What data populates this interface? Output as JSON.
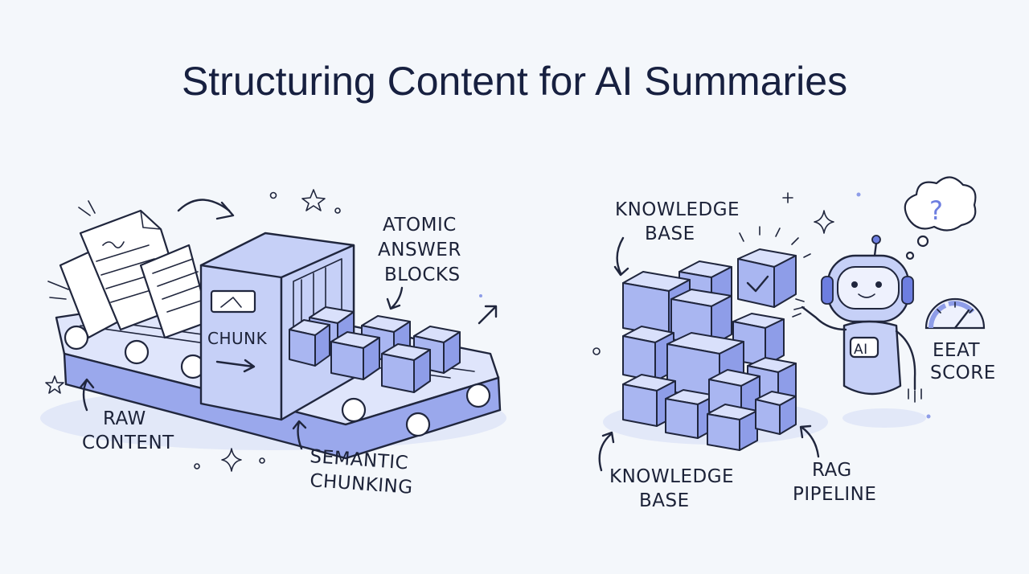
{
  "title": "Structuring Content for AI Summaries",
  "left_panel": {
    "machine_label": "CHUNK",
    "atomic_label_1": "ATOMIC",
    "atomic_label_2": "ANSWER",
    "atomic_label_3": "BLOCKS",
    "raw_label_1": "RAW",
    "raw_label_2": "CONTENT",
    "semantic_label_1": "SEMANTIC",
    "semantic_label_2": "CHUNKING"
  },
  "right_panel": {
    "kb_top_1": "KNOWLEDGE",
    "kb_top_2": "BASE",
    "kb_bottom_1": "KNOWLEDGE",
    "kb_bottom_2": "BASE",
    "rag_1": "RAG",
    "rag_2": "PIPELINE",
    "eeat_1": "EEAT",
    "eeat_2": "SCORE",
    "robot_badge": "AI",
    "thought_symbol": "?"
  },
  "colors": {
    "background": "#f4f7fb",
    "ink": "#20263d",
    "accent": "#8e9de8",
    "title": "#172040"
  }
}
